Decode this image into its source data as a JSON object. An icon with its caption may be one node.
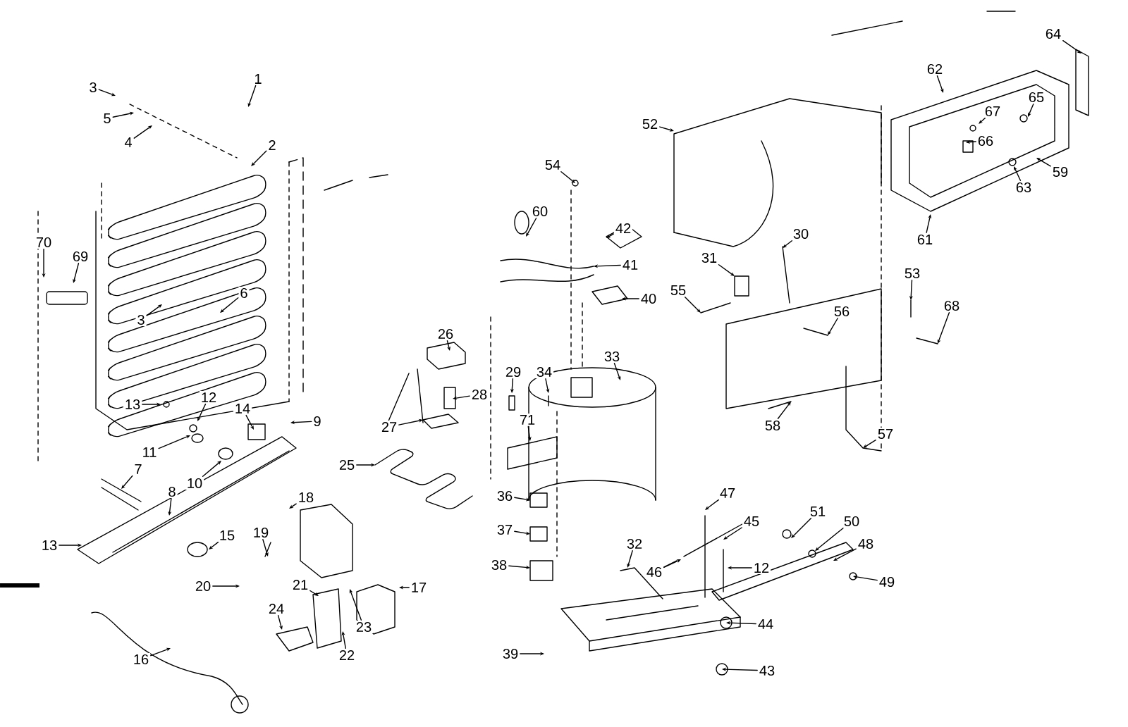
{
  "diagram": {
    "nodes": [
      {
        "text": [
          "1"
        ]
      },
      {
        "text": [
          "2"
        ]
      },
      {
        "text": [
          "3"
        ]
      },
      {
        "text": [
          "5"
        ]
      },
      {
        "text": [
          "4"
        ]
      },
      {
        "text": [
          "3"
        ]
      },
      {
        "text": [
          "6"
        ]
      },
      {
        "text": [
          "70"
        ]
      },
      {
        "text": [
          "69"
        ]
      },
      {
        "text": [
          "12"
        ]
      },
      {
        "text": [
          "13"
        ]
      },
      {
        "text": [
          "14"
        ]
      },
      {
        "text": [
          "9"
        ]
      },
      {
        "text": [
          "11"
        ]
      },
      {
        "text": [
          "10"
        ]
      },
      {
        "text": [
          "7"
        ]
      },
      {
        "text": [
          "8"
        ]
      },
      {
        "text": [
          "13"
        ]
      },
      {
        "text": [
          "15"
        ]
      },
      {
        "text": [
          "18"
        ]
      },
      {
        "text": [
          "19"
        ]
      },
      {
        "text": [
          "20"
        ]
      },
      {
        "text": [
          "21"
        ]
      },
      {
        "text": [
          "23"
        ]
      },
      {
        "text": [
          "22"
        ]
      },
      {
        "text": [
          "24"
        ]
      },
      {
        "text": [
          "17"
        ]
      },
      {
        "text": [
          "16"
        ]
      },
      {
        "text": [
          "25"
        ]
      },
      {
        "text": [
          "27"
        ]
      },
      {
        "text": [
          "26"
        ]
      },
      {
        "text": [
          "28"
        ]
      },
      {
        "text": [
          "29"
        ]
      },
      {
        "text": [
          "34"
        ]
      },
      {
        "text": [
          "71"
        ]
      },
      {
        "text": [
          "33"
        ]
      },
      {
        "text": [
          "54"
        ]
      },
      {
        "text": [
          "60"
        ]
      },
      {
        "text": [
          "42"
        ]
      },
      {
        "text": [
          "41"
        ]
      },
      {
        "text": [
          "40"
        ]
      },
      {
        "text": [
          "36"
        ]
      },
      {
        "text": [
          "37"
        ]
      },
      {
        "text": [
          "38"
        ]
      },
      {
        "text": [
          "39"
        ]
      },
      {
        "text": [
          "32"
        ]
      },
      {
        "text": [
          "47"
        ]
      },
      {
        "text": [
          "45"
        ]
      },
      {
        "text": [
          "46"
        ]
      },
      {
        "text": [
          "12"
        ]
      },
      {
        "text": [
          "44"
        ]
      },
      {
        "text": [
          "43"
        ]
      },
      {
        "text": [
          "51"
        ]
      },
      {
        "text": [
          "50"
        ]
      },
      {
        "text": [
          "48"
        ]
      },
      {
        "text": [
          "49"
        ]
      },
      {
        "text": [
          "52"
        ]
      },
      {
        "text": [
          "30"
        ]
      },
      {
        "text": [
          "31"
        ]
      },
      {
        "text": [
          "55"
        ]
      },
      {
        "text": [
          "56"
        ]
      },
      {
        "text": [
          "53"
        ]
      },
      {
        "text": [
          "68"
        ]
      },
      {
        "text": [
          "58"
        ]
      },
      {
        "text": [
          "57"
        ]
      },
      {
        "text": [
          "62"
        ]
      },
      {
        "text": [
          "64"
        ]
      },
      {
        "text": [
          "65"
        ]
      },
      {
        "text": [
          "67"
        ]
      },
      {
        "text": [
          "66"
        ]
      },
      {
        "text": [
          "63"
        ]
      },
      {
        "text": [
          "59"
        ]
      },
      {
        "text": [
          "61"
        ]
      }
    ],
    "edges": [
      {
        "from": 0,
        "to": null,
        "arrow": "to"
      },
      {
        "from": 1,
        "to": null,
        "arrow": "to"
      },
      {
        "from": 2,
        "to": null,
        "arrow": "to"
      },
      {
        "from": 3,
        "to": null,
        "arrow": "to"
      },
      {
        "from": 4,
        "to": null,
        "arrow": "to"
      },
      {
        "from": 5,
        "to": null,
        "arrow": "to"
      },
      {
        "from": 6,
        "to": null,
        "arrow": "to"
      },
      {
        "from": 7,
        "to": null,
        "arrow": "to"
      },
      {
        "from": 8,
        "to": null,
        "arrow": "to"
      },
      {
        "from": 9,
        "to": null,
        "arrow": "to"
      },
      {
        "from": 10,
        "to": null,
        "arrow": "to"
      },
      {
        "from": 11,
        "to": null,
        "arrow": "to"
      },
      {
        "from": 12,
        "to": null,
        "arrow": "to"
      },
      {
        "from": 13,
        "to": null,
        "arrow": "to"
      },
      {
        "from": 14,
        "to": null,
        "arrow": "to"
      },
      {
        "from": 15,
        "to": null,
        "arrow": "to"
      },
      {
        "from": 16,
        "to": null,
        "arrow": "to"
      },
      {
        "from": 17,
        "to": null,
        "arrow": "to"
      },
      {
        "from": 18,
        "to": null,
        "arrow": "to"
      },
      {
        "from": 19,
        "to": null,
        "arrow": "to"
      },
      {
        "from": 20,
        "to": null,
        "arrow": "to"
      },
      {
        "from": 21,
        "to": null,
        "arrow": "to"
      },
      {
        "from": 22,
        "to": null,
        "arrow": "to"
      },
      {
        "from": 23,
        "to": null,
        "arrow": "to"
      },
      {
        "from": 24,
        "to": null,
        "arrow": "to"
      },
      {
        "from": 25,
        "to": null,
        "arrow": "to"
      },
      {
        "from": 26,
        "to": null,
        "arrow": "to"
      },
      {
        "from": 27,
        "to": null,
        "arrow": "to"
      },
      {
        "from": 28,
        "to": null,
        "arrow": "to"
      },
      {
        "from": 29,
        "to": null,
        "arrow": "to"
      },
      {
        "from": 30,
        "to": null,
        "arrow": "to"
      },
      {
        "from": 31,
        "to": null,
        "arrow": "to"
      },
      {
        "from": 32,
        "to": null,
        "arrow": "to"
      },
      {
        "from": 33,
        "to": null,
        "arrow": "to"
      },
      {
        "from": 34,
        "to": null,
        "arrow": "to"
      },
      {
        "from": 35,
        "to": null,
        "arrow": "to"
      },
      {
        "from": 36,
        "to": null,
        "arrow": "to"
      },
      {
        "from": 37,
        "to": null,
        "arrow": "to"
      },
      {
        "from": 38,
        "to": null,
        "arrow": "to"
      },
      {
        "from": 39,
        "to": null,
        "arrow": "to"
      },
      {
        "from": 40,
        "to": null,
        "arrow": "to"
      },
      {
        "from": 41,
        "to": null,
        "arrow": "to"
      },
      {
        "from": 42,
        "to": null,
        "arrow": "to"
      },
      {
        "from": 43,
        "to": null,
        "arrow": "to"
      },
      {
        "from": 44,
        "to": null,
        "arrow": "to"
      },
      {
        "from": 45,
        "to": null,
        "arrow": "to"
      },
      {
        "from": 46,
        "to": null,
        "arrow": "to"
      },
      {
        "from": 47,
        "to": null,
        "arrow": "to"
      },
      {
        "from": 48,
        "to": null,
        "arrow": "to"
      },
      {
        "from": 49,
        "to": null,
        "arrow": "to"
      },
      {
        "from": 50,
        "to": null,
        "arrow": "to"
      },
      {
        "from": 51,
        "to": null,
        "arrow": "to"
      },
      {
        "from": 52,
        "to": null,
        "arrow": "to"
      },
      {
        "from": 53,
        "to": null,
        "arrow": "to"
      },
      {
        "from": 54,
        "to": null,
        "arrow": "to"
      },
      {
        "from": 55,
        "to": null,
        "arrow": "to"
      },
      {
        "from": 56,
        "to": null,
        "arrow": "to"
      },
      {
        "from": 57,
        "to": null,
        "arrow": "to"
      },
      {
        "from": 58,
        "to": null,
        "arrow": "to"
      },
      {
        "from": 59,
        "to": null,
        "arrow": "to"
      },
      {
        "from": 60,
        "to": null,
        "arrow": "to"
      },
      {
        "from": 61,
        "to": null,
        "arrow": "to"
      },
      {
        "from": 62,
        "to": null,
        "arrow": "to"
      },
      {
        "from": 63,
        "to": null,
        "arrow": "to"
      },
      {
        "from": 64,
        "to": null,
        "arrow": "to"
      },
      {
        "from": 65,
        "to": null,
        "arrow": "to"
      },
      {
        "from": 66,
        "to": null,
        "arrow": "to"
      },
      {
        "from": 67,
        "to": null,
        "arrow": "to"
      },
      {
        "from": 68,
        "to": null,
        "arrow": "to"
      },
      {
        "from": 69,
        "to": null,
        "arrow": "to"
      },
      {
        "from": 70,
        "to": null,
        "arrow": "to"
      },
      {
        "from": 71,
        "to": null,
        "arrow": "to"
      },
      {
        "from": 72,
        "to": null,
        "arrow": "to"
      }
    ]
  }
}
